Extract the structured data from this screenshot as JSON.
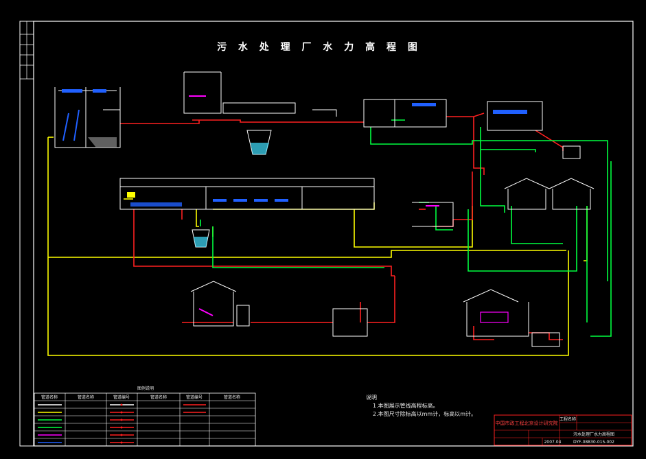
{
  "drawing": {
    "title": "污 水 处 理 厂 水 力 高 程 图",
    "colors": {
      "background": "#000000",
      "frame": "#ffffff",
      "sludge_line": "#ff2020",
      "water_line": "#ffff00",
      "air_line": "#00ff40",
      "structure": "#ffffff",
      "equipment": "#2060ff",
      "accent": "#ff00ff",
      "liquid": "#40e0ff"
    }
  },
  "structures": [],
  "legend": {
    "title": "图例说明",
    "headers": [
      "管道名称",
      "管道名称",
      "管道编号",
      "管道名称",
      "管道编号",
      "管道名称"
    ]
  },
  "notes": {
    "heading": "说明",
    "items": [
      "1.本图展示管线高程标高。",
      "2.本图尺寸除标高以mm计，标高以m计。"
    ]
  },
  "title_block": {
    "org": "中国市政工程北京设计研究院",
    "project_label": "工程名称",
    "drawing_name": "污水处理厂水力高程图",
    "date": "2007.04",
    "drawing_no": "DYF-08830-015-002"
  }
}
